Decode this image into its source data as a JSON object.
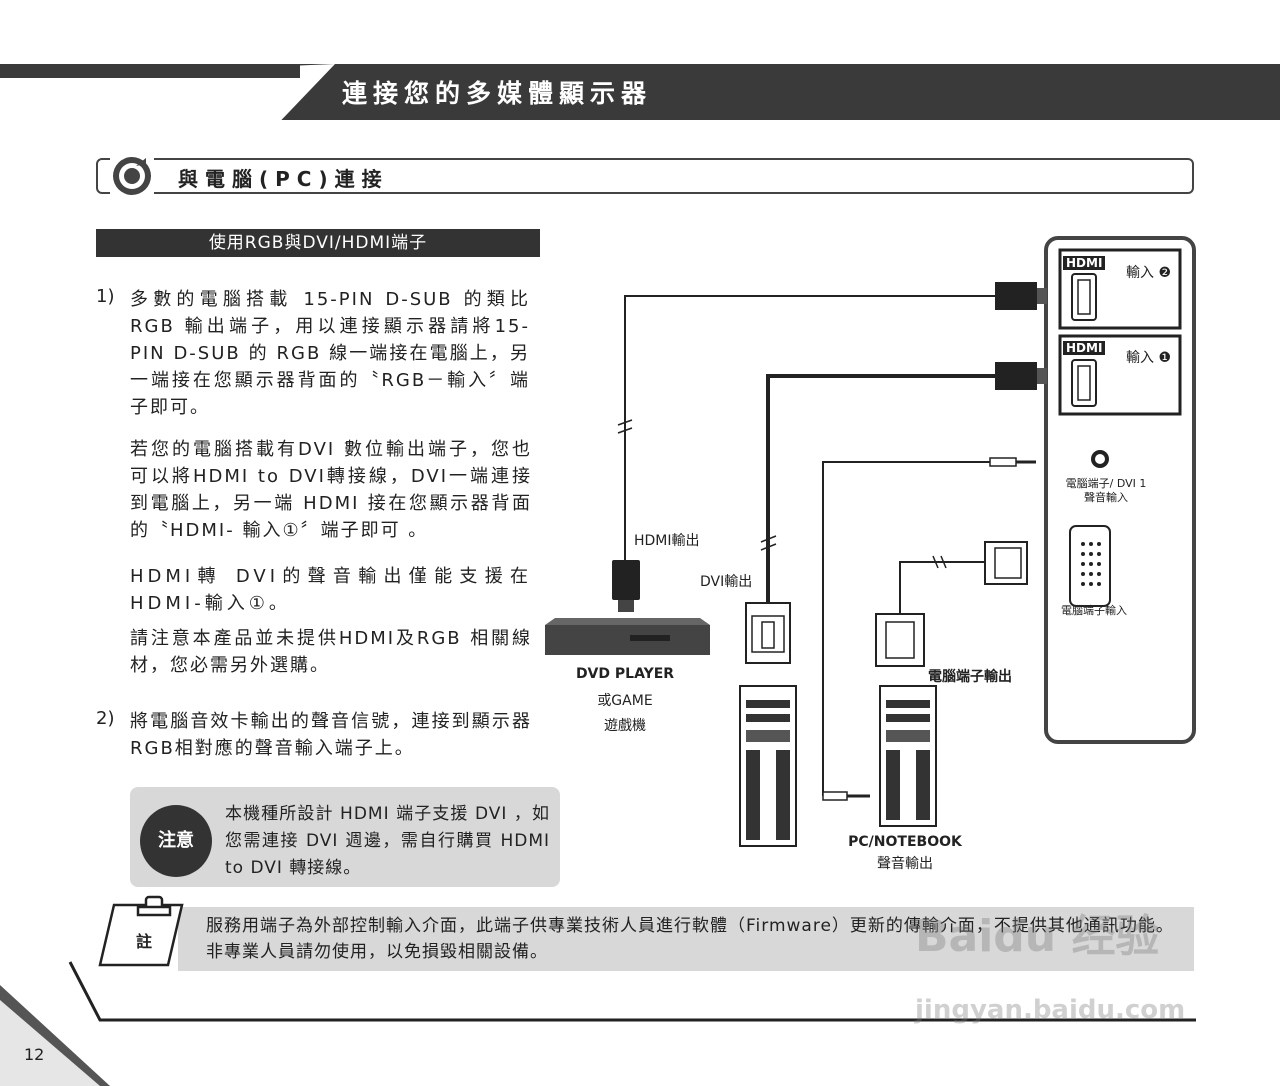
{
  "header": {
    "title": "連接您的多媒體顯示器"
  },
  "section": {
    "title": "與電腦(PC)連接"
  },
  "subsection": {
    "title": "使用RGB與DVI/HDMI端子"
  },
  "steps": [
    {
      "num": "1)",
      "text": "多數的電腦搭載 15-PIN D-SUB 的類比RGB 輸出端子，用以連接顯示器請將15-PIN D-SUB 的 RGB 線一端接在電腦上，另一端接在您顯示器背面的〝RGB－輸入〞端子即可。"
    },
    {
      "num": "2)",
      "text": "將電腦音效卡輸出的聲音信號，連接到顯示器RGB相對應的聲音輸入端子上。"
    }
  ],
  "paras": [
    "若您的電腦搭載有DVI 數位輸出端子，您也可以將HDMI to DVI轉接線，DVI一端連接到電腦上，另一端 HDMI 接在您顯示器背面的〝HDMI- 輸入①〞端子即可 。",
    "HDMI轉 DVI的聲音輸出僅能支援在HDMI-輸入①。",
    "請注意本產品並未提供HDMI及RGB 相關線材，您必需另外選購。"
  ],
  "notice": {
    "badge": "注意",
    "text": "本機種所設計 HDMI 端子支援 DVI ，如您需連接 DVI 週邊，需自行購買 HDMI to DVI 轉接線。"
  },
  "footnote": {
    "badge": "註",
    "text": "服務用端子為外部控制輸入介面，此端子供專業技術人員進行軟體（Firmware）更新的傳輸介面，不提供其他通訊功能。非專業人員請勿使用，以免損毀相關設備。"
  },
  "diagram": {
    "hdmi_logo": "HDMI",
    "input2": "輸入 ❷",
    "input1": "輸入 ❶",
    "audio_in": [
      "電腦端子/ DVI 1",
      "聲音輸入"
    ],
    "pc_in": "電腦端子輸入",
    "hdmi_out": "HDMI輸出",
    "dvi_out": "DVI輸出",
    "pc_out": "電腦端子輸出",
    "dvd": [
      "DVD PLAYER",
      "或GAME",
      "遊戲機"
    ],
    "pc_audio": [
      "PC/NOTEBOOK",
      "聲音輸出"
    ]
  },
  "page_number": "12",
  "watermark": {
    "line1": "Baidu 经验",
    "line2": "jingyan.baidu.com"
  }
}
